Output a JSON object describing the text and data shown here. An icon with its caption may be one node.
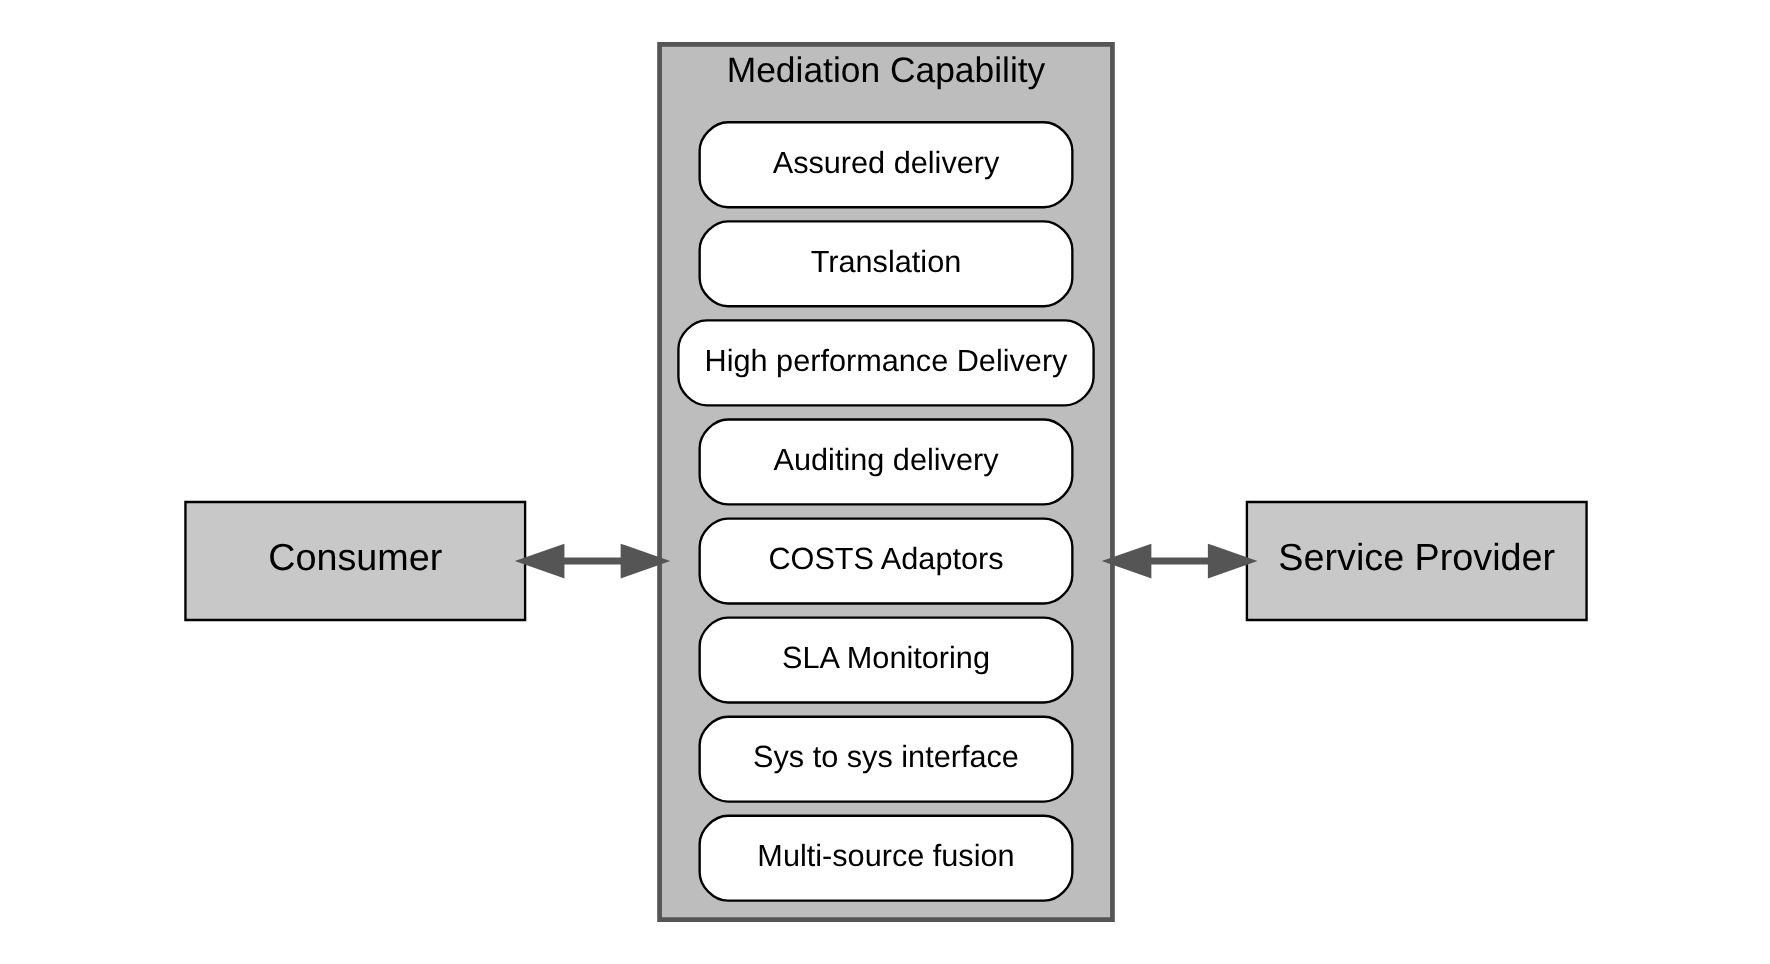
{
  "diagram": {
    "nodes": [
      {
        "text": [
          "Consumer"
        ]
      },
      {
        "text": [
          "Mediation Capability"
        ]
      },
      {
        "text": [
          "Assured delivery"
        ],
        "in": 1
      },
      {
        "text": [
          "Translation"
        ],
        "in": 1
      },
      {
        "text": [
          "High performance Delivery"
        ],
        "in": 1
      },
      {
        "text": [
          "Auditing delivery"
        ],
        "in": 1
      },
      {
        "text": [
          "COSTS Adaptors"
        ],
        "in": 1
      },
      {
        "text": [
          "SLA Monitoring"
        ],
        "in": 1
      },
      {
        "text": [
          "Sys to sys interface"
        ],
        "in": 1
      },
      {
        "text": [
          "Multi-source fusion"
        ],
        "in": 1
      },
      {
        "text": [
          "Service Provider"
        ]
      }
    ],
    "edges": [
      {
        "from": 0,
        "to": 1,
        "arrow": "both"
      },
      {
        "from": 1,
        "to": 10,
        "arrow": "both"
      }
    ]
  }
}
